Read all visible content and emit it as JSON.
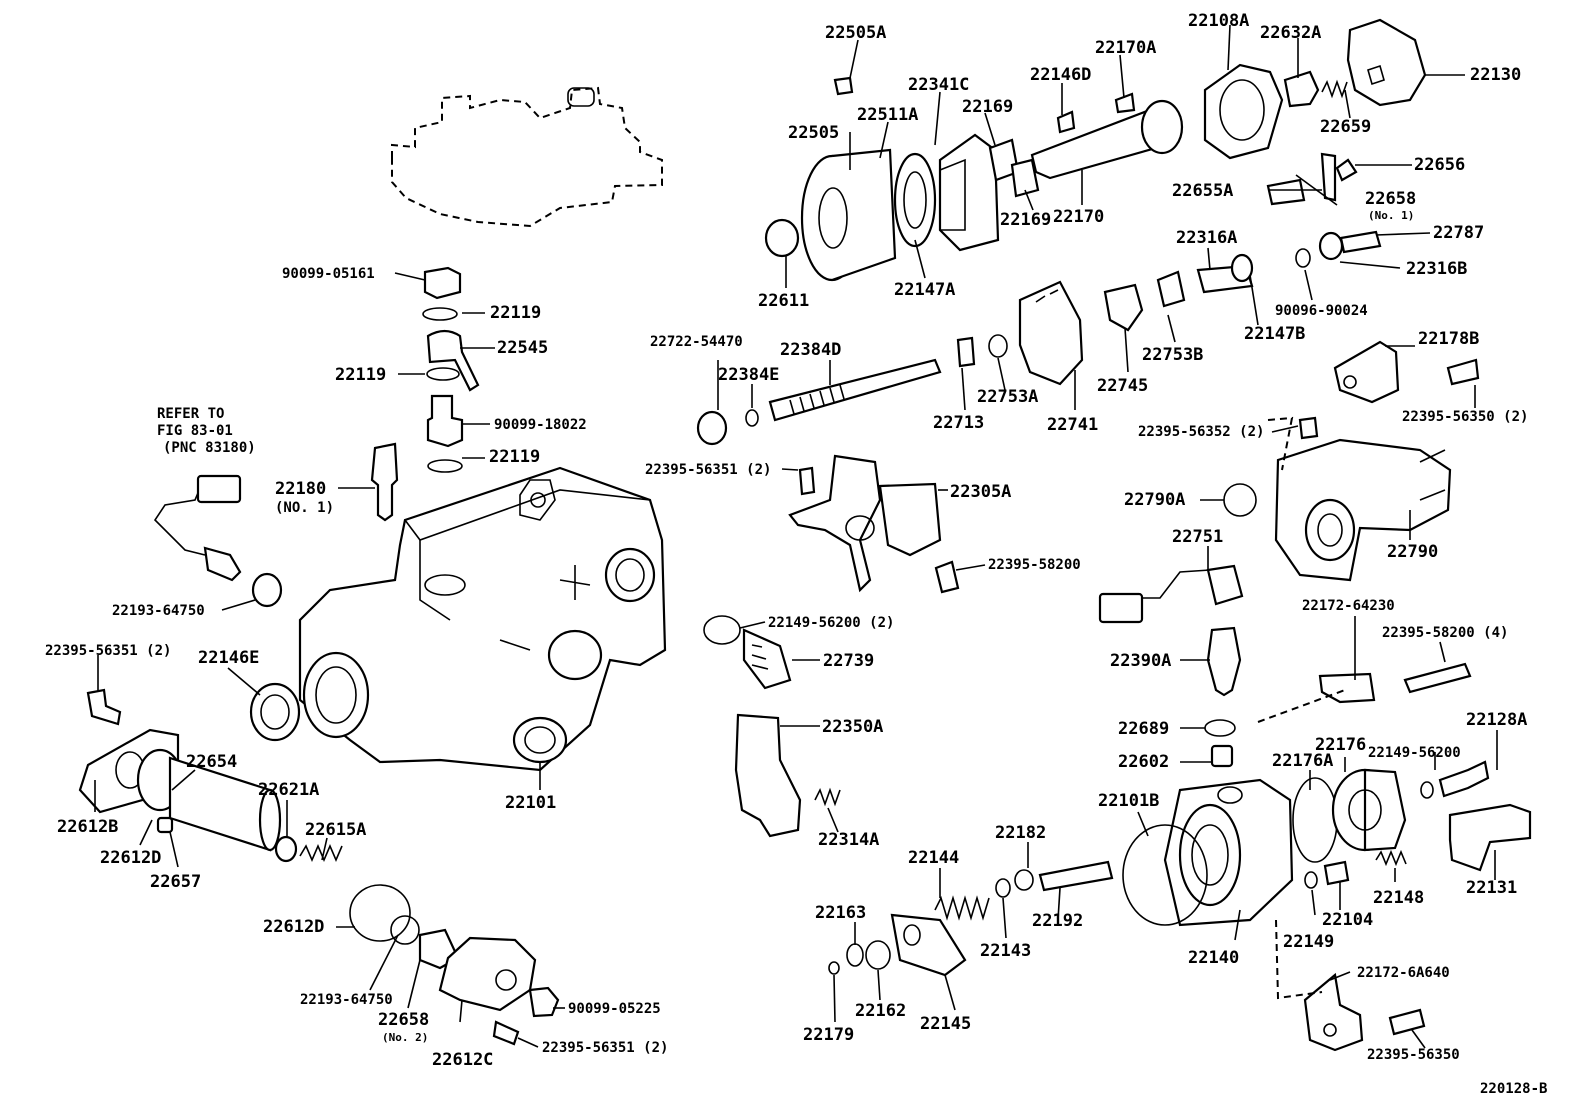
{
  "parts": [
    "22505A",
    "22170A",
    "22108A",
    "22632A",
    "22130",
    "22341C",
    "22146D",
    "22169",
    "22505",
    "22511A",
    "22659",
    "22656",
    "22655A",
    "22658",
    "22170",
    "22169",
    "22611",
    "22147A",
    "22316A",
    "22787",
    "22316B",
    "90096-90024",
    "22147B",
    "22753B",
    "22745",
    "22741",
    "22753A",
    "22713",
    "22722-54470",
    "22384D",
    "22384E",
    "22178B",
    "22395-56350 (2)",
    "22395-56352 (2)",
    "22305A",
    "22395-56351 (2)",
    "22395-58200",
    "22790A",
    "22790",
    "22751",
    "22149-56200 (2)",
    "22739",
    "22390A",
    "22172-64230",
    "22395-58200 (4)",
    "22350A",
    "22314A",
    "22689",
    "22602",
    "22176",
    "22176A",
    "22128A",
    "22149-56200",
    "22101B",
    "22182",
    "22144",
    "22163",
    "22143",
    "22192",
    "22148",
    "22104",
    "22131",
    "22149",
    "22140",
    "22172-6A640",
    "22162",
    "22145",
    "22179",
    "22395-56350",
    "90099-05161",
    "22119",
    "22545",
    "22119",
    "90099-18022",
    "22119",
    "22180",
    "22193-64750",
    "22395-56351 (2)",
    "22146E",
    "22101",
    "22654",
    "22621A",
    "22612B",
    "22612D",
    "22615A",
    "22657",
    "22612D",
    "22193-64750",
    "22658",
    "90099-05225",
    "22612C",
    "22395-56351 (2)"
  ],
  "notes": {
    "refer_line1": "REFER TO",
    "refer_line2": "FIG 83-01",
    "refer_line3": "(PNC 83180)",
    "no1_a": "(No. 1)",
    "no1_b": "(NO. 1)",
    "no2": "(No. 2)"
  },
  "figure_id": "220128-B"
}
